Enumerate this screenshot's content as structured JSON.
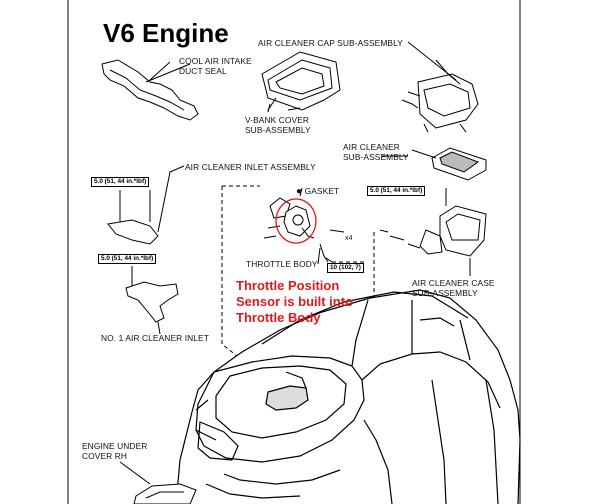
{
  "title": "V6 Engine",
  "labels": {
    "cool_air_intake": [
      "COOL AIR INTAKE",
      "DUCT SEAL"
    ],
    "air_cleaner_cap": "AIR CLEANER CAP SUB-ASSEMBLY",
    "v_bank_cover": [
      "V-BANK COVER",
      "SUB-ASSEMBLY"
    ],
    "air_cleaner_sub": [
      "AIR CLEANER",
      "SUB-ASSEMBLY"
    ],
    "air_cleaner_inlet_assembly": "AIR CLEANER INLET ASSEMBLY",
    "gasket": "GASKET",
    "gasket_bullet": "●",
    "x4": "x4",
    "throttle_body": "THROTTLE BODY",
    "air_cleaner_case": [
      "AIR CLEANER CASE",
      "SUB-ASSEMBLY"
    ],
    "no1_air_cleaner_inlet": "NO. 1 AIR CLEANER INLET",
    "engine_under_cover": [
      "ENGINE UNDER",
      "COVER RH"
    ]
  },
  "torques": {
    "inlet_assembly": "5.0 (51, 44 in.*lbf)",
    "no1_inlet": "5.0 (51, 44 in.*lbf)",
    "case": "5.0 (51, 44 in.*lbf)",
    "throttle": "10 (102, 7)"
  },
  "note_lines": [
    "Throttle Position",
    "Sensor is built into",
    "Throttle Body"
  ],
  "colors": {
    "note": "#e0191b",
    "line": "#000000"
  }
}
